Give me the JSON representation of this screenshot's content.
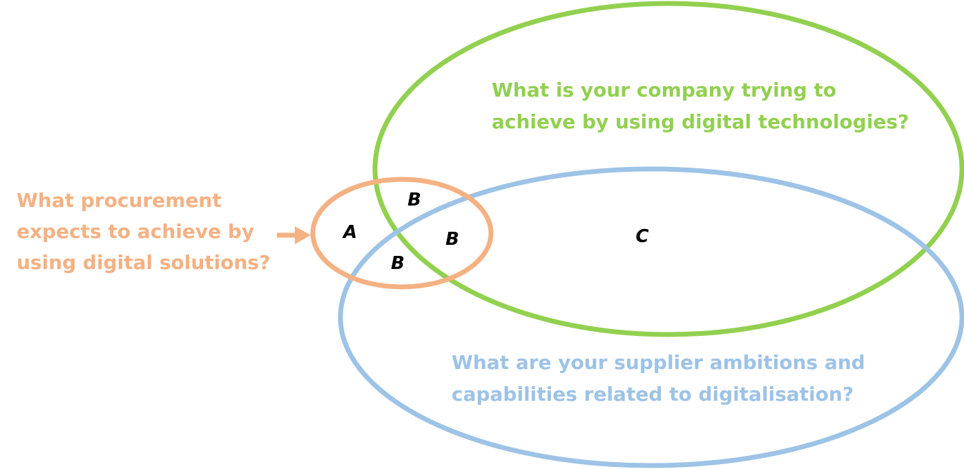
{
  "colors": {
    "procurement": "#F4B183",
    "company": "#92D050",
    "supplier": "#9DC3E6",
    "labels": "#000000"
  },
  "procurement": {
    "lines": [
      "What procurement",
      "expects to achieve by",
      "using digital solutions?"
    ]
  },
  "company": {
    "lines": [
      "What is your company trying to",
      "achieve by using digital technologies?"
    ]
  },
  "supplier": {
    "lines": [
      "What are your supplier ambitions and",
      "capabilities related to digitalisation?"
    ]
  },
  "regions": {
    "a": "A",
    "b_top": "B",
    "b_right": "B",
    "b_bottom": "B",
    "c": "C"
  },
  "icons": {
    "pointer": "arrow-right-icon"
  }
}
